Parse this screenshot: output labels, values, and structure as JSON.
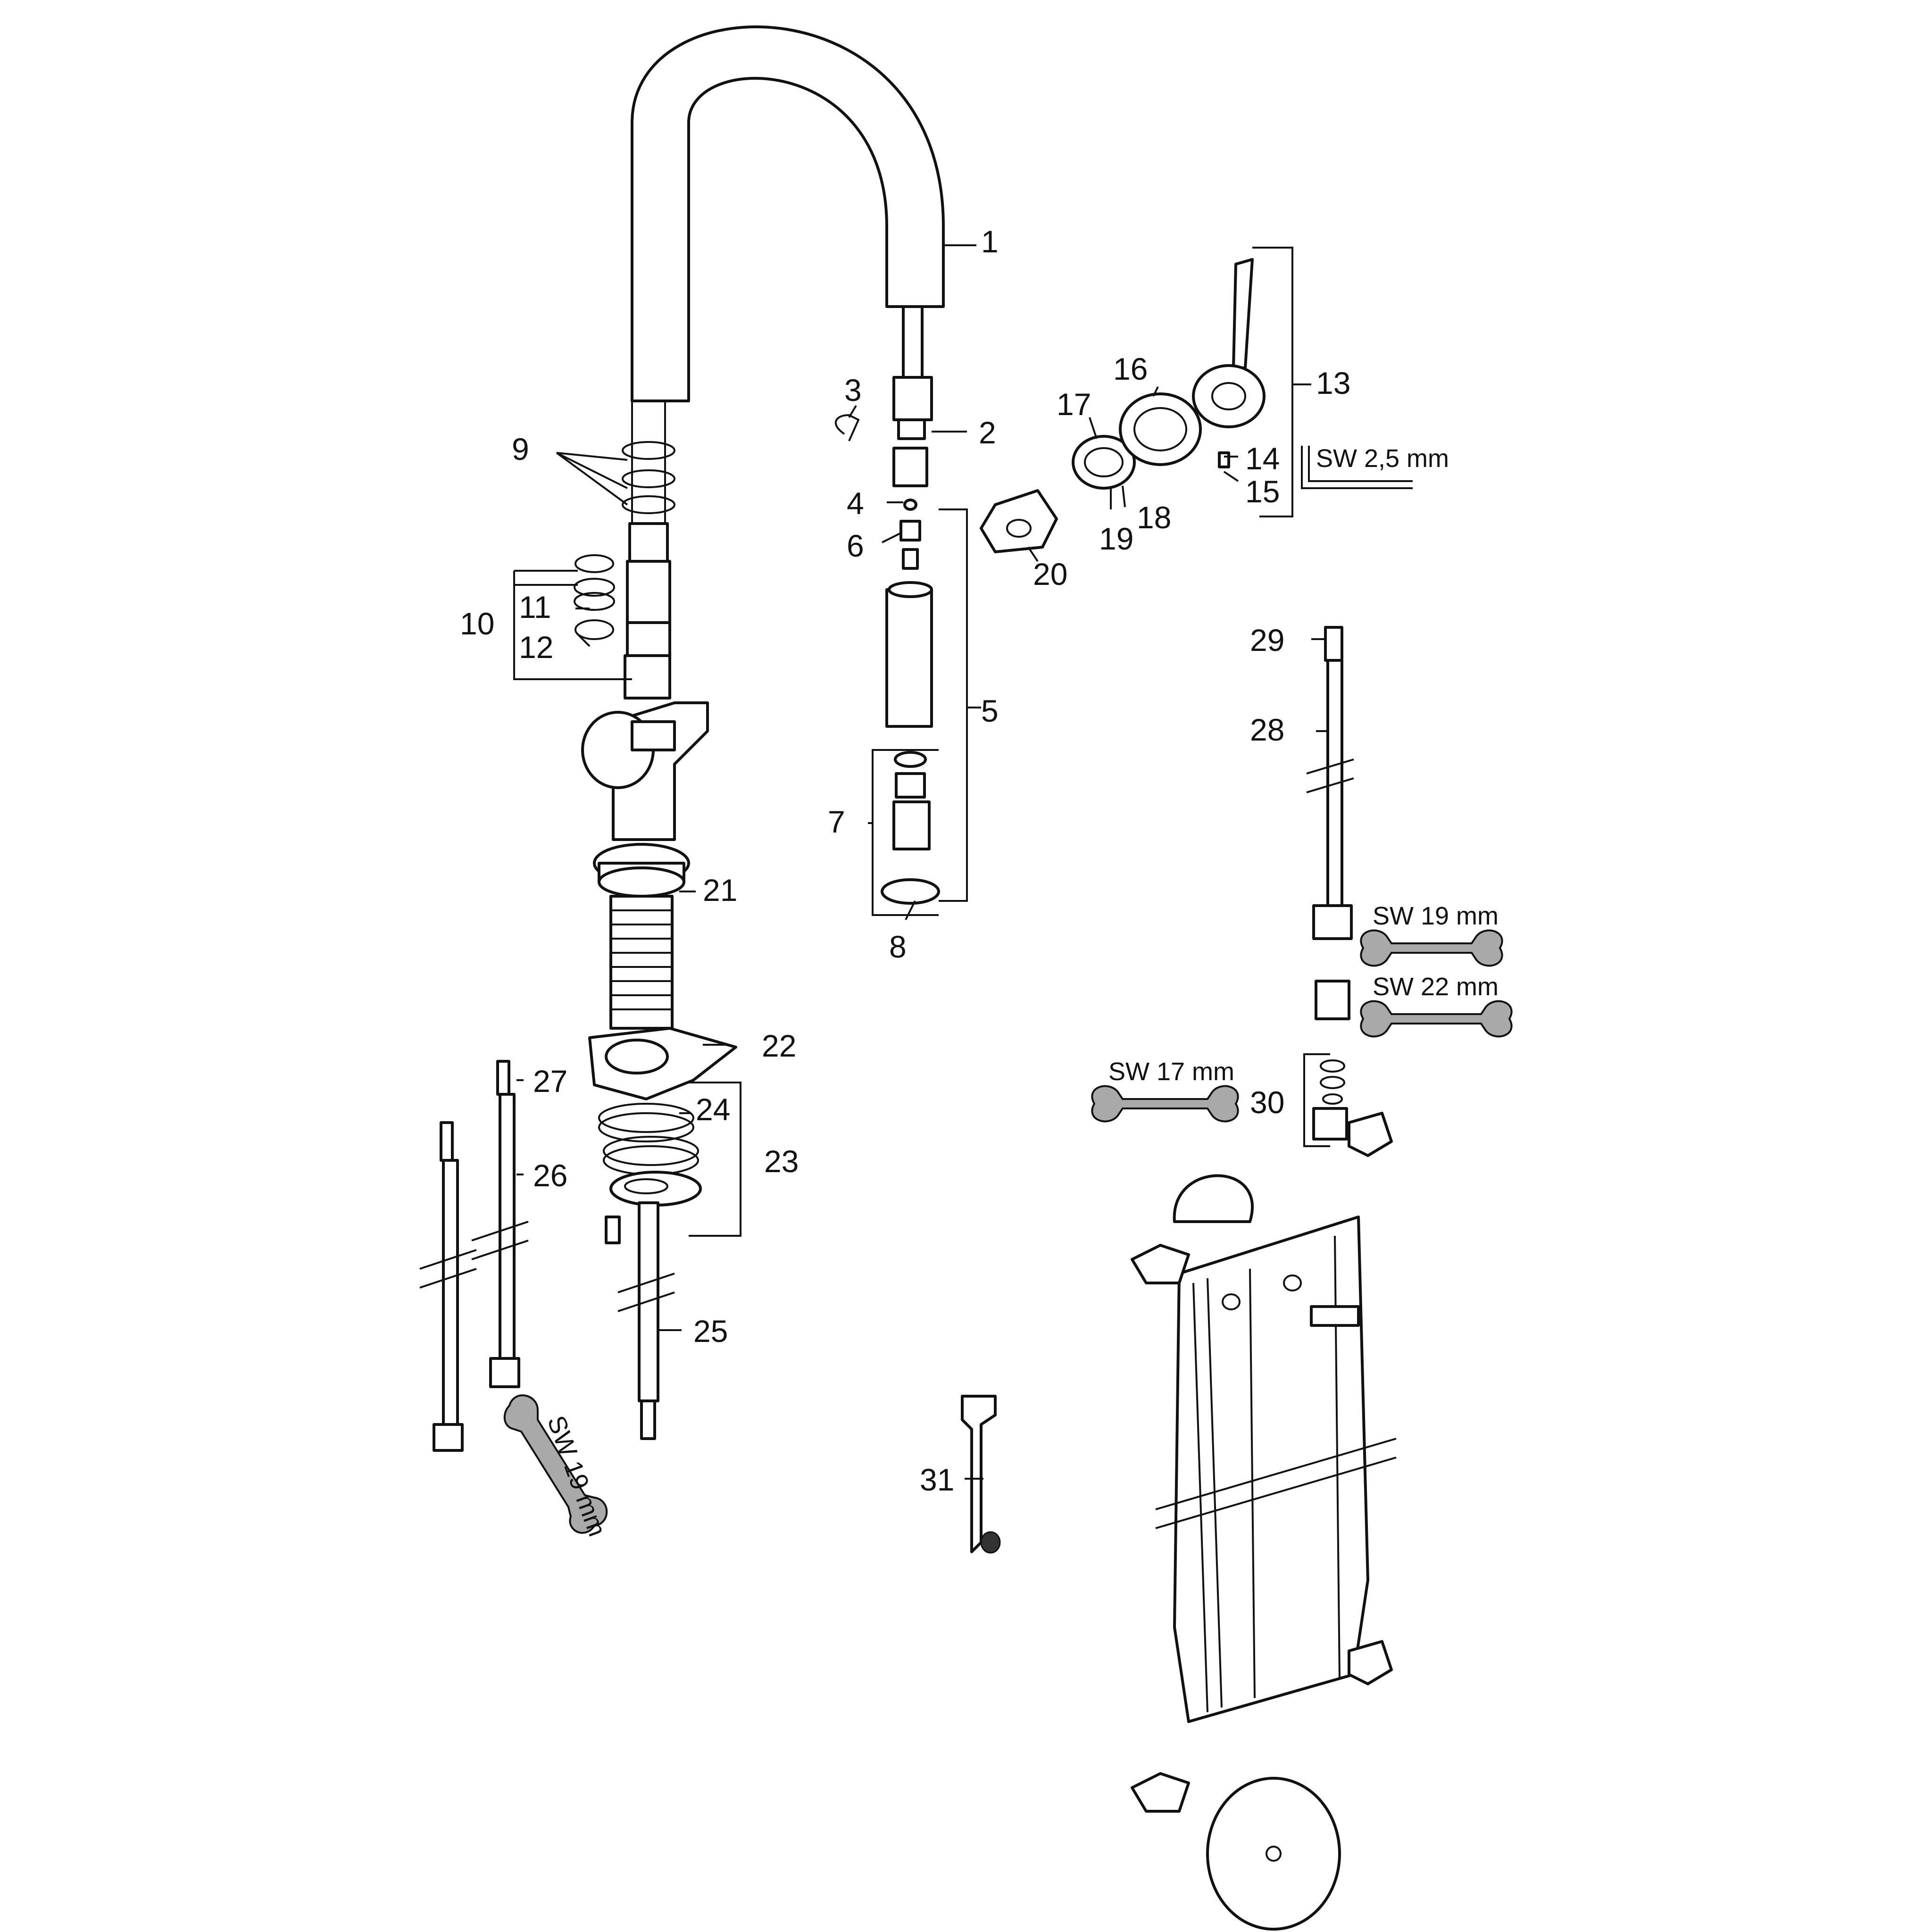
{
  "labels": {
    "l1": "1",
    "l2": "2",
    "l3": "3",
    "l4": "4",
    "l5": "5",
    "l6": "6",
    "l7": "7",
    "l8": "8",
    "l9": "9",
    "l10": "10",
    "l11": "11",
    "l12": "12",
    "l13": "13",
    "l14": "14",
    "l15": "15",
    "l16": "16",
    "l17": "17",
    "l18": "18",
    "l19": "19",
    "l20": "20",
    "l21": "21",
    "l22": "22",
    "l23": "23",
    "l24": "24",
    "l25": "25",
    "l26": "26",
    "l27": "27",
    "l28": "28",
    "l29": "29",
    "l30": "30",
    "l31": "31"
  },
  "tools": {
    "sw25": "SW 2,5 mm",
    "sw19_right": "SW 19 mm",
    "sw22": "SW 22 mm",
    "sw17": "SW 17 mm",
    "sw19_left": "SW 19 mm"
  },
  "icons": {
    "wrench": "open-end-wrench-icon",
    "hex_key": "hex-key-icon"
  }
}
